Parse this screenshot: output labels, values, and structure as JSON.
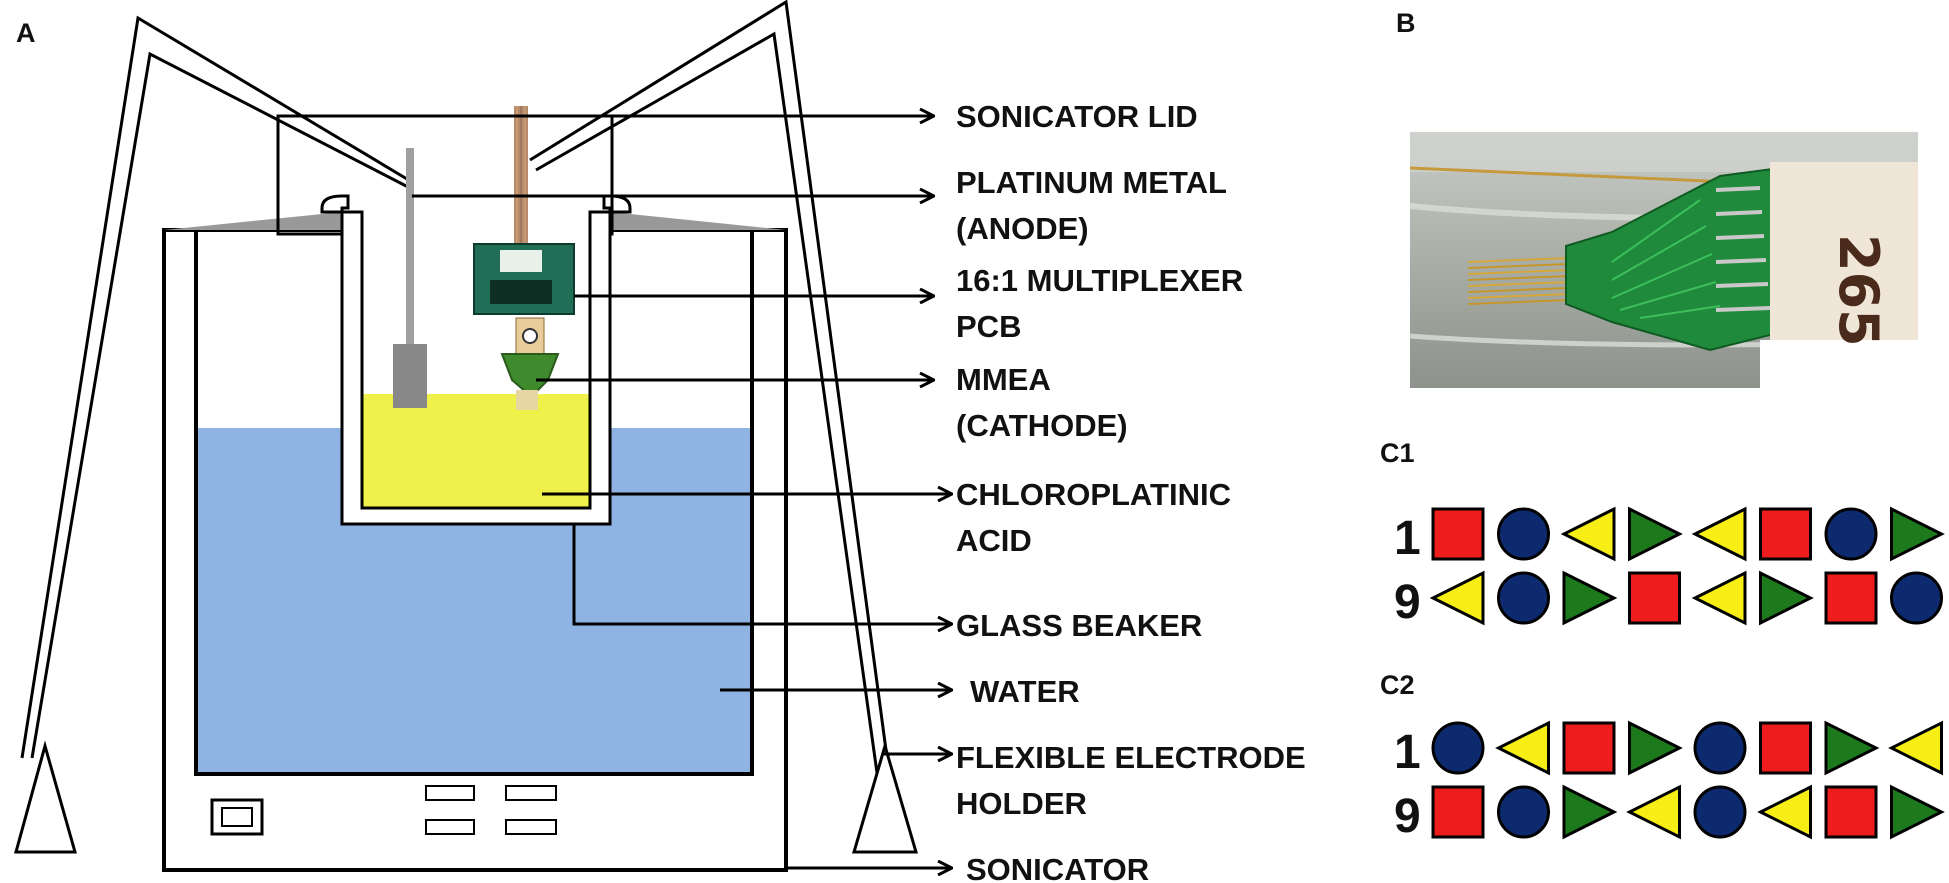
{
  "panels": {
    "a": "A",
    "b": "B",
    "c1": "C1",
    "c2": "C2"
  },
  "labels": {
    "sonicator_lid": "SONICATOR LID",
    "platinum_1": "PLATINUM METAL",
    "platinum_2": "(ANODE)",
    "mux_1": "16:1 MULTIPLEXER",
    "mux_2": "PCB",
    "mmea_1": "MMEA",
    "mmea_2": "(CATHODE)",
    "acid_1": "CHLOROPLATINIC",
    "acid_2": "ACID",
    "beaker": "GLASS BEAKER",
    "water": "WATER",
    "holder_1": "FLEXIBLE ELECTRODE",
    "holder_2": "HOLDER",
    "sonicator": "SONICATOR"
  },
  "photo": {
    "label_text": "265"
  },
  "rows": {
    "c1_r1": "1",
    "c1_r2": "9",
    "c2_r1": "1",
    "c2_r2": "9"
  },
  "symbols": {
    "c1_r1": [
      "square",
      "circle",
      "tri-left",
      "tri-right",
      "tri-left",
      "square",
      "circle",
      "tri-right"
    ],
    "c1_r2": [
      "tri-left",
      "circle",
      "tri-right",
      "square",
      "tri-left",
      "tri-right",
      "square",
      "circle"
    ],
    "c2_r1": [
      "circle",
      "tri-left",
      "square",
      "tri-right",
      "circle",
      "square",
      "tri-right",
      "tri-left"
    ],
    "c2_r2": [
      "square",
      "circle",
      "tri-right",
      "tri-left",
      "circle",
      "tri-left",
      "square",
      "tri-right"
    ]
  },
  "colors": {
    "water": "#8fb4e3",
    "acid": "#f0f04a",
    "square": "#ee1c1c",
    "circle": "#0d2a6e",
    "tri-left": "#f6ee14",
    "tri-right": "#1c7a1c",
    "pcb": "#1f8a3c",
    "lid_gray": "#999999"
  }
}
